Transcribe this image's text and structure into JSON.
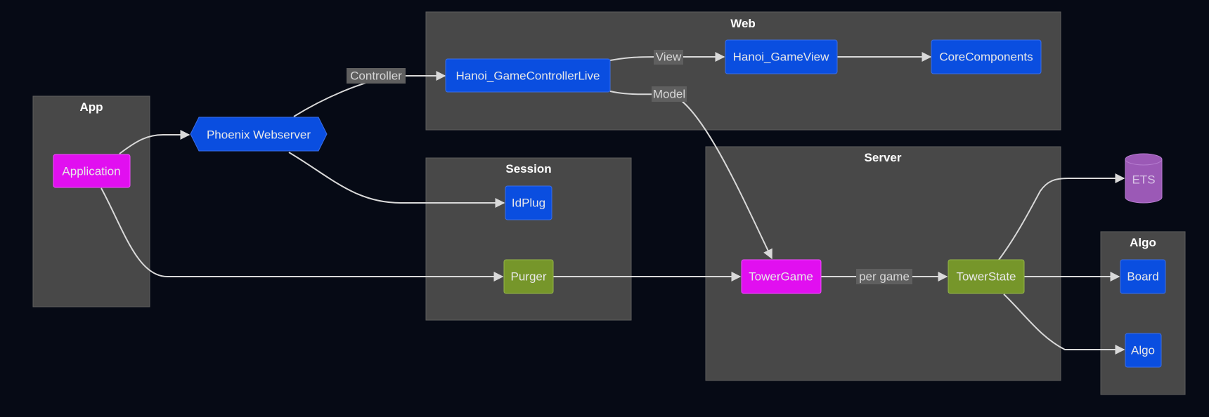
{
  "clusters": {
    "app": "App",
    "web": "Web",
    "session": "Session",
    "server": "Server",
    "algo": "Algo"
  },
  "nodes": {
    "application": "Application",
    "phoenix": "Phoenix Webserver",
    "controller_live": "Hanoi_GameControllerLive",
    "game_view": "Hanoi_GameView",
    "core_components": "CoreComponents",
    "idplug": "IdPlug",
    "purger": "Purger",
    "tower_game": "TowerGame",
    "tower_state": "TowerState",
    "ets": "ETS",
    "board": "Board",
    "algo": "Algo"
  },
  "edge_labels": {
    "controller": "Controller",
    "view": "View",
    "model": "Model",
    "per_game": "per game"
  },
  "colors": {
    "background": "#060a15",
    "blue_node": "#0a4ee0",
    "magenta_node": "#e10ff0",
    "green_node": "#76962a",
    "purple_db": "#9b59b6"
  }
}
